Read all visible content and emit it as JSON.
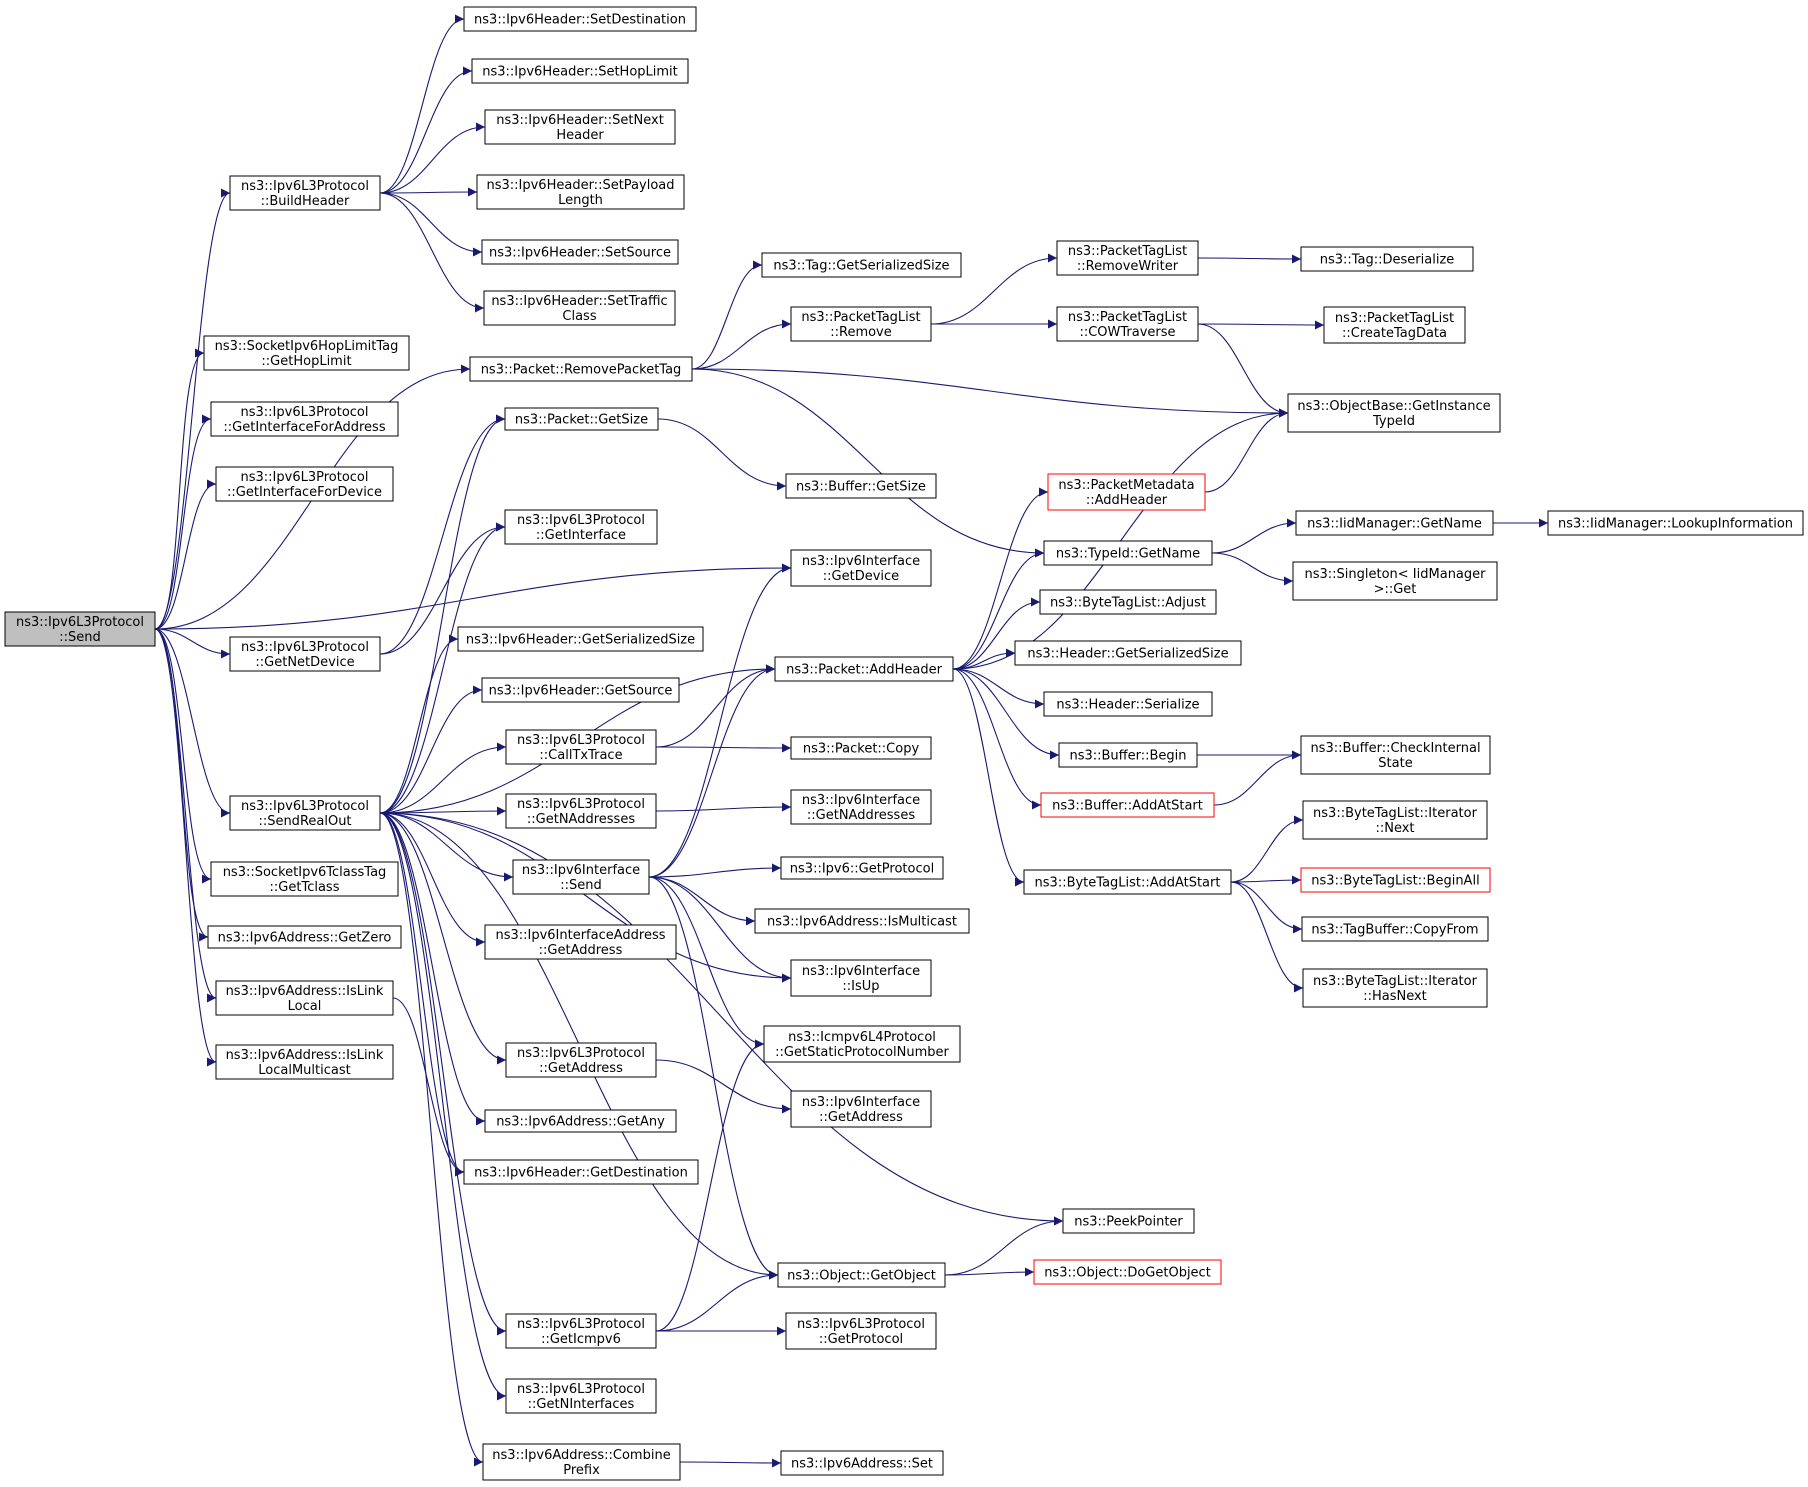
{
  "diagram": {
    "colors": {
      "edge": "#191970",
      "node_border": "#000000",
      "node_border_incomplete": "#ff0000",
      "root_fill": "#bfbfbf",
      "background": "#ffffff"
    },
    "nodes": [
      {
        "id": "send",
        "lines": [
          "ns3::Ipv6L3Protocol",
          "::Send"
        ],
        "root": true
      },
      {
        "id": "buildheader",
        "lines": [
          "ns3::Ipv6L3Protocol",
          "::BuildHeader"
        ]
      },
      {
        "id": "sockhop",
        "lines": [
          "ns3::SocketIpv6HopLimitTag",
          "::GetHopLimit"
        ]
      },
      {
        "id": "getifaddr",
        "lines": [
          "ns3::Ipv6L3Protocol",
          "::GetInterfaceForAddress"
        ]
      },
      {
        "id": "getifdev",
        "lines": [
          "ns3::Ipv6L3Protocol",
          "::GetInterfaceForDevice"
        ]
      },
      {
        "id": "getnetdev",
        "lines": [
          "ns3::Ipv6L3Protocol",
          "::GetNetDevice"
        ]
      },
      {
        "id": "sendrealout",
        "lines": [
          "ns3::Ipv6L3Protocol",
          "::SendRealOut"
        ]
      },
      {
        "id": "socktclass",
        "lines": [
          "ns3::SocketIpv6TclassTag",
          "::GetTclass"
        ]
      },
      {
        "id": "getzero",
        "lines": [
          "ns3::Ipv6Address::GetZero"
        ]
      },
      {
        "id": "islinklocal",
        "lines": [
          "ns3::Ipv6Address::IsLink",
          "Local"
        ]
      },
      {
        "id": "islinklocalmc",
        "lines": [
          "ns3::Ipv6Address::IsLink",
          "LocalMulticast"
        ]
      },
      {
        "id": "setdest",
        "lines": [
          "ns3::Ipv6Header::SetDestination"
        ]
      },
      {
        "id": "sethop",
        "lines": [
          "ns3::Ipv6Header::SetHopLimit"
        ]
      },
      {
        "id": "setnext",
        "lines": [
          "ns3::Ipv6Header::SetNext",
          "Header"
        ]
      },
      {
        "id": "setpayload",
        "lines": [
          "ns3::Ipv6Header::SetPayload",
          "Length"
        ]
      },
      {
        "id": "setsource",
        "lines": [
          "ns3::Ipv6Header::SetSource"
        ]
      },
      {
        "id": "settraffic",
        "lines": [
          "ns3::Ipv6Header::SetTraffic",
          "Class"
        ]
      },
      {
        "id": "removepackettag",
        "lines": [
          "ns3::Packet::RemovePacketTag"
        ]
      },
      {
        "id": "pgetsize",
        "lines": [
          "ns3::Packet::GetSize"
        ]
      },
      {
        "id": "getinterface",
        "lines": [
          "ns3::Ipv6L3Protocol",
          "::GetInterface"
        ]
      },
      {
        "id": "hdrserial",
        "lines": [
          "ns3::Ipv6Header::GetSerializedSize"
        ]
      },
      {
        "id": "getsource",
        "lines": [
          "ns3::Ipv6Header::GetSource"
        ]
      },
      {
        "id": "calltx",
        "lines": [
          "ns3::Ipv6L3Protocol",
          "::CallTxTrace"
        ]
      },
      {
        "id": "getnaddr",
        "lines": [
          "ns3::Ipv6L3Protocol",
          "::GetNAddresses"
        ]
      },
      {
        "id": "ifsend",
        "lines": [
          "ns3::Ipv6Interface",
          "::Send"
        ]
      },
      {
        "id": "ifaddrget",
        "lines": [
          "ns3::Ipv6InterfaceAddress",
          "::GetAddress"
        ]
      },
      {
        "id": "l3getaddr",
        "lines": [
          "ns3::Ipv6L3Protocol",
          "::GetAddress"
        ]
      },
      {
        "id": "getany",
        "lines": [
          "ns3::Ipv6Address::GetAny"
        ]
      },
      {
        "id": "hdrgetdest",
        "lines": [
          "ns3::Ipv6Header::GetDestination"
        ]
      },
      {
        "id": "geticmp",
        "lines": [
          "ns3::Ipv6L3Protocol",
          "::GetIcmpv6"
        ]
      },
      {
        "id": "getnif",
        "lines": [
          "ns3::Ipv6L3Protocol",
          "::GetNInterfaces"
        ]
      },
      {
        "id": "combine",
        "lines": [
          "ns3::Ipv6Address::Combine",
          "Prefix"
        ]
      },
      {
        "id": "taggetser",
        "lines": [
          "ns3::Tag::GetSerializedSize"
        ]
      },
      {
        "id": "ptlremove",
        "lines": [
          "ns3::PacketTagList",
          "::Remove"
        ]
      },
      {
        "id": "bufgetsize",
        "lines": [
          "ns3::Buffer::GetSize"
        ]
      },
      {
        "id": "ifgetdev",
        "lines": [
          "ns3::Ipv6Interface",
          "::GetDevice"
        ]
      },
      {
        "id": "addheader",
        "lines": [
          "ns3::Packet::AddHeader"
        ]
      },
      {
        "id": "pcopy",
        "lines": [
          "ns3::Packet::Copy"
        ]
      },
      {
        "id": "ifgetnaddr",
        "lines": [
          "ns3::Ipv6Interface",
          "::GetNAddresses"
        ]
      },
      {
        "id": "ipv6getproto",
        "lines": [
          "ns3::Ipv6::GetProtocol"
        ]
      },
      {
        "id": "ismulticast",
        "lines": [
          "ns3::Ipv6Address::IsMulticast"
        ]
      },
      {
        "id": "isup",
        "lines": [
          "ns3::Ipv6Interface",
          "::IsUp"
        ]
      },
      {
        "id": "icmpstatic",
        "lines": [
          "ns3::Icmpv6L4Protocol",
          "::GetStaticProtocolNumber"
        ]
      },
      {
        "id": "ifgetaddr",
        "lines": [
          "ns3::Ipv6Interface",
          "::GetAddress"
        ]
      },
      {
        "id": "getobject",
        "lines": [
          "ns3::Object::GetObject"
        ]
      },
      {
        "id": "l3getproto",
        "lines": [
          "ns3::Ipv6L3Protocol",
          "::GetProtocol"
        ]
      },
      {
        "id": "addrset",
        "lines": [
          "ns3::Ipv6Address::Set"
        ]
      },
      {
        "id": "ptlremovewriter",
        "lines": [
          "ns3::PacketTagList",
          "::RemoveWriter"
        ]
      },
      {
        "id": "ptlcow",
        "lines": [
          "ns3::PacketTagList",
          "::COWTraverse"
        ]
      },
      {
        "id": "pmaddheader",
        "lines": [
          "ns3::PacketMetadata",
          "::AddHeader"
        ],
        "incomplete": true
      },
      {
        "id": "typeidgetname",
        "lines": [
          "ns3::TypeId::GetName"
        ]
      },
      {
        "id": "btladjust",
        "lines": [
          "ns3::ByteTagList::Adjust"
        ]
      },
      {
        "id": "hdrgetser",
        "lines": [
          "ns3::Header::GetSerializedSize"
        ]
      },
      {
        "id": "hdrserialize",
        "lines": [
          "ns3::Header::Serialize"
        ]
      },
      {
        "id": "bufbegin",
        "lines": [
          "ns3::Buffer::Begin"
        ]
      },
      {
        "id": "bufaddatstart",
        "lines": [
          "ns3::Buffer::AddAtStart"
        ],
        "incomplete": true
      },
      {
        "id": "btladdatstart",
        "lines": [
          "ns3::ByteTagList::AddAtStart"
        ]
      },
      {
        "id": "peekpointer",
        "lines": [
          "ns3::PeekPointer"
        ]
      },
      {
        "id": "dogetobject",
        "lines": [
          "ns3::Object::DoGetObject"
        ],
        "incomplete": true
      },
      {
        "id": "tagdeser",
        "lines": [
          "ns3::Tag::Deserialize"
        ]
      },
      {
        "id": "ptlcreate",
        "lines": [
          "ns3::PacketTagList",
          "::CreateTagData"
        ]
      },
      {
        "id": "getinstancetype",
        "lines": [
          "ns3::ObjectBase::GetInstance",
          "TypeId"
        ]
      },
      {
        "id": "iidgetname",
        "lines": [
          "ns3::IidManager::GetName"
        ]
      },
      {
        "id": "singletonget",
        "lines": [
          "ns3::Singleton< IidManager",
          ">::Get"
        ]
      },
      {
        "id": "iidlookup",
        "lines": [
          "ns3::IidManager::LookupInformation"
        ]
      },
      {
        "id": "bufcheck",
        "lines": [
          "ns3::Buffer::CheckInternal",
          "State"
        ]
      },
      {
        "id": "btlitnext",
        "lines": [
          "ns3::ByteTagList::Iterator",
          "::Next"
        ]
      },
      {
        "id": "btlbeginall",
        "lines": [
          "ns3::ByteTagList::BeginAll"
        ],
        "incomplete": true
      },
      {
        "id": "tagbufcopy",
        "lines": [
          "ns3::TagBuffer::CopyFrom"
        ]
      },
      {
        "id": "btlithasnext",
        "lines": [
          "ns3::ByteTagList::Iterator",
          "::HasNext"
        ]
      }
    ],
    "edges": [
      [
        "send",
        "buildheader"
      ],
      [
        "send",
        "sockhop"
      ],
      [
        "send",
        "getifaddr"
      ],
      [
        "send",
        "getifdev"
      ],
      [
        "send",
        "removepackettag"
      ],
      [
        "send",
        "ifgetdev"
      ],
      [
        "send",
        "getnetdev"
      ],
      [
        "send",
        "sendrealout"
      ],
      [
        "send",
        "socktclass"
      ],
      [
        "send",
        "getzero"
      ],
      [
        "send",
        "islinklocal"
      ],
      [
        "send",
        "islinklocalmc"
      ],
      [
        "buildheader",
        "setdest"
      ],
      [
        "buildheader",
        "sethop"
      ],
      [
        "buildheader",
        "setnext"
      ],
      [
        "buildheader",
        "setpayload"
      ],
      [
        "buildheader",
        "setsource"
      ],
      [
        "buildheader",
        "settraffic"
      ],
      [
        "getnetdev",
        "pgetsize"
      ],
      [
        "getnetdev",
        "getinterface"
      ],
      [
        "sendrealout",
        "pgetsize"
      ],
      [
        "sendrealout",
        "getinterface"
      ],
      [
        "sendrealout",
        "addheader"
      ],
      [
        "sendrealout",
        "hdrserial"
      ],
      [
        "sendrealout",
        "getsource"
      ],
      [
        "sendrealout",
        "calltx"
      ],
      [
        "sendrealout",
        "getnaddr"
      ],
      [
        "sendrealout",
        "ifsend"
      ],
      [
        "sendrealout",
        "ifaddrget"
      ],
      [
        "sendrealout",
        "isup"
      ],
      [
        "sendrealout",
        "l3getaddr"
      ],
      [
        "sendrealout",
        "getany"
      ],
      [
        "sendrealout",
        "hdrgetdest"
      ],
      [
        "sendrealout",
        "peekpointer"
      ],
      [
        "sendrealout",
        "getobject"
      ],
      [
        "sendrealout",
        "geticmp"
      ],
      [
        "sendrealout",
        "getnif"
      ],
      [
        "sendrealout",
        "combine"
      ],
      [
        "islinklocal",
        "hdrgetdest"
      ],
      [
        "removepackettag",
        "taggetser"
      ],
      [
        "removepackettag",
        "ptlremove"
      ],
      [
        "removepackettag",
        "getinstancetype"
      ],
      [
        "removepackettag",
        "typeidgetname"
      ],
      [
        "pgetsize",
        "bufgetsize"
      ],
      [
        "calltx",
        "addheader"
      ],
      [
        "calltx",
        "pcopy"
      ],
      [
        "getnaddr",
        "ifgetnaddr"
      ],
      [
        "ifsend",
        "ifgetdev"
      ],
      [
        "ifsend",
        "addheader"
      ],
      [
        "ifsend",
        "ipv6getproto"
      ],
      [
        "ifsend",
        "ismulticast"
      ],
      [
        "ifsend",
        "isup"
      ],
      [
        "ifsend",
        "icmpstatic"
      ],
      [
        "ifsend",
        "getobject"
      ],
      [
        "l3getaddr",
        "ifgetaddr"
      ],
      [
        "geticmp",
        "icmpstatic"
      ],
      [
        "geticmp",
        "getobject"
      ],
      [
        "geticmp",
        "l3getproto"
      ],
      [
        "combine",
        "addrset"
      ],
      [
        "ptlremove",
        "ptlremovewriter"
      ],
      [
        "ptlremove",
        "ptlcow"
      ],
      [
        "addheader",
        "getinstancetype"
      ],
      [
        "addheader",
        "pmaddheader"
      ],
      [
        "addheader",
        "typeidgetname"
      ],
      [
        "addheader",
        "btladjust"
      ],
      [
        "addheader",
        "hdrgetser"
      ],
      [
        "addheader",
        "hdrserialize"
      ],
      [
        "addheader",
        "bufbegin"
      ],
      [
        "addheader",
        "bufaddatstart"
      ],
      [
        "addheader",
        "btladdatstart"
      ],
      [
        "getobject",
        "peekpointer"
      ],
      [
        "getobject",
        "dogetobject"
      ],
      [
        "ptlremovewriter",
        "tagdeser"
      ],
      [
        "ptlcow",
        "ptlcreate"
      ],
      [
        "ptlcow",
        "getinstancetype"
      ],
      [
        "pmaddheader",
        "getinstancetype"
      ],
      [
        "typeidgetname",
        "iidgetname"
      ],
      [
        "typeidgetname",
        "singletonget"
      ],
      [
        "iidgetname",
        "iidlookup"
      ],
      [
        "bufbegin",
        "bufcheck"
      ],
      [
        "bufaddatstart",
        "bufcheck"
      ],
      [
        "btladdatstart",
        "btlitnext"
      ],
      [
        "btladdatstart",
        "btlbeginall"
      ],
      [
        "btladdatstart",
        "tagbufcopy"
      ],
      [
        "btladdatstart",
        "btlithasnext"
      ]
    ]
  }
}
